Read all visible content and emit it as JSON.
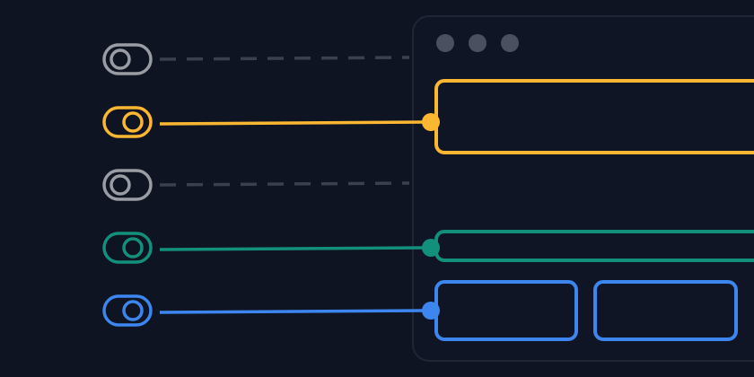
{
  "colors": {
    "background": "#0e1422",
    "window_bg": "#0f1524",
    "window_border": "#1f2635",
    "window_dot": "#4a5060",
    "inactive": "#9a9ca3",
    "dash": "#3a404d",
    "yellow": "#fbb731",
    "teal": "#13907c",
    "blue": "#3d86f0"
  },
  "toggles": [
    {
      "name": "toggle-1",
      "state": "off",
      "color": "inactive",
      "connector": "dashed",
      "target": "none"
    },
    {
      "name": "toggle-2",
      "state": "on",
      "color": "yellow",
      "connector": "solid",
      "target": "header-block"
    },
    {
      "name": "toggle-3",
      "state": "off",
      "color": "inactive",
      "connector": "dashed",
      "target": "none"
    },
    {
      "name": "toggle-4",
      "state": "on",
      "color": "teal",
      "connector": "solid",
      "target": "nav-bar"
    },
    {
      "name": "toggle-5",
      "state": "on",
      "color": "blue",
      "connector": "solid",
      "target": "card-row"
    }
  ],
  "window": {
    "dots": [
      "window-dot-1",
      "window-dot-2",
      "window-dot-3"
    ]
  }
}
